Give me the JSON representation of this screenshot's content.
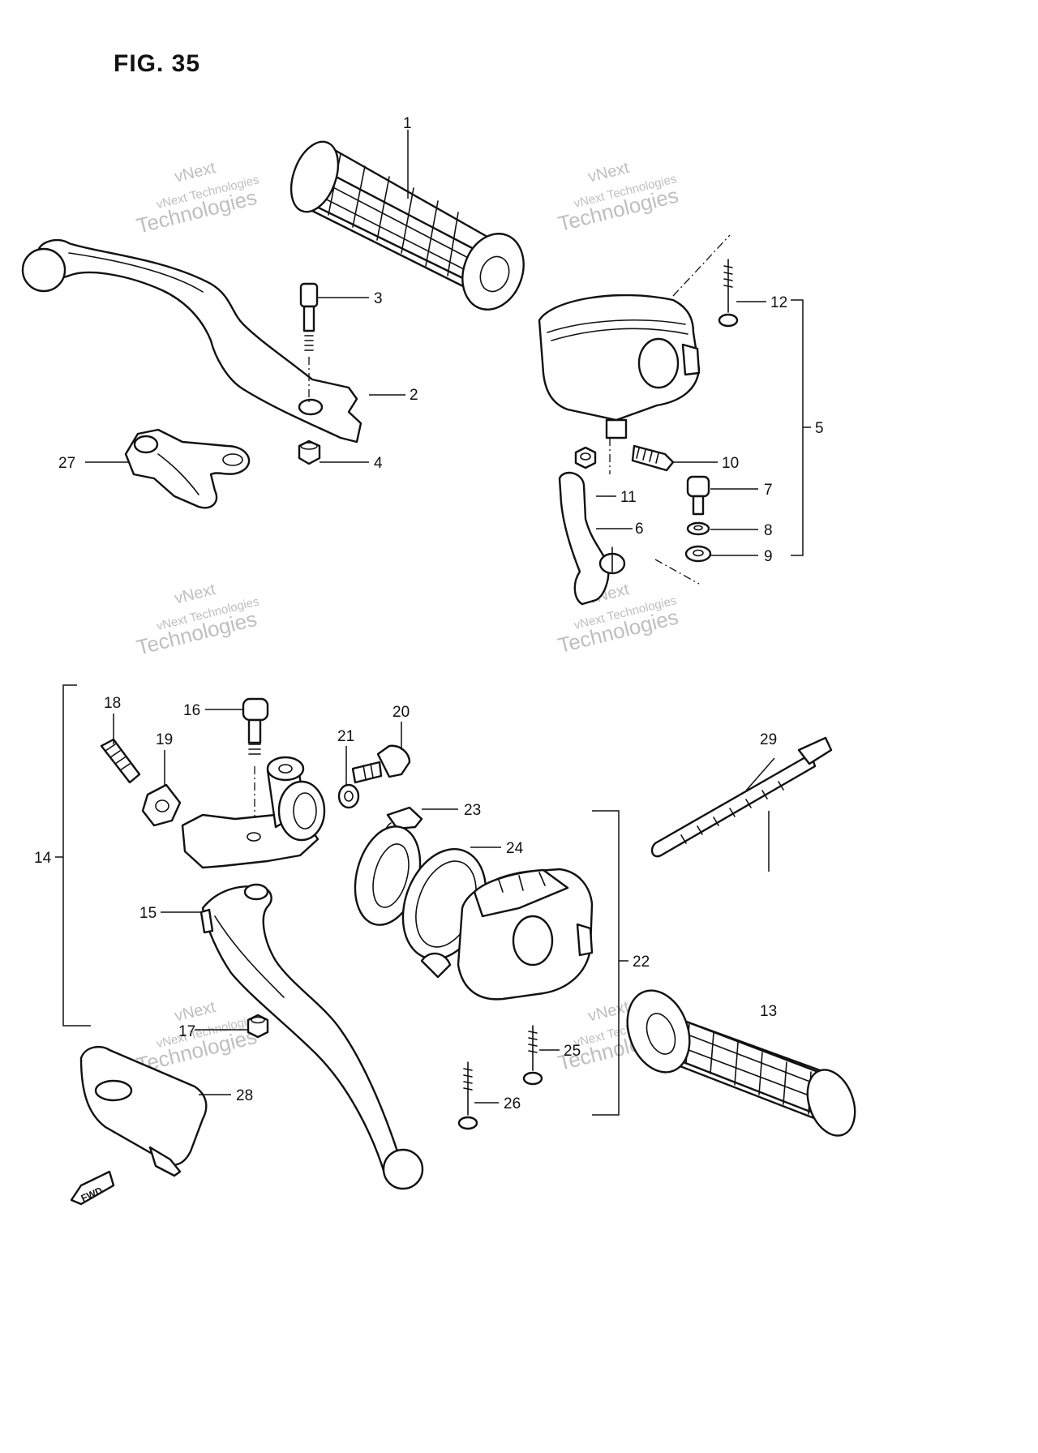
{
  "figure": {
    "title": "FIG. 35"
  },
  "watermark": {
    "line1": "vNext",
    "line2": "vNext Technologies",
    "line3": "Technologies"
  },
  "fwd_label": "FWD",
  "callouts": {
    "c1": "1",
    "c2": "2",
    "c3": "3",
    "c4": "4",
    "c5": "5",
    "c6": "6",
    "c7": "7",
    "c8": "8",
    "c9": "9",
    "c10": "10",
    "c11": "11",
    "c12": "12",
    "c13": "13",
    "c14": "14",
    "c15": "15",
    "c16": "16",
    "c17": "17",
    "c18": "18",
    "c19": "19",
    "c20": "20",
    "c21": "21",
    "c22": "22",
    "c23": "23",
    "c24": "24",
    "c25": "25",
    "c26": "26",
    "c27": "27",
    "c28": "28",
    "c29": "29"
  },
  "colors": {
    "line": "#111111",
    "background": "#ffffff",
    "watermark": "#bfbfbf"
  }
}
